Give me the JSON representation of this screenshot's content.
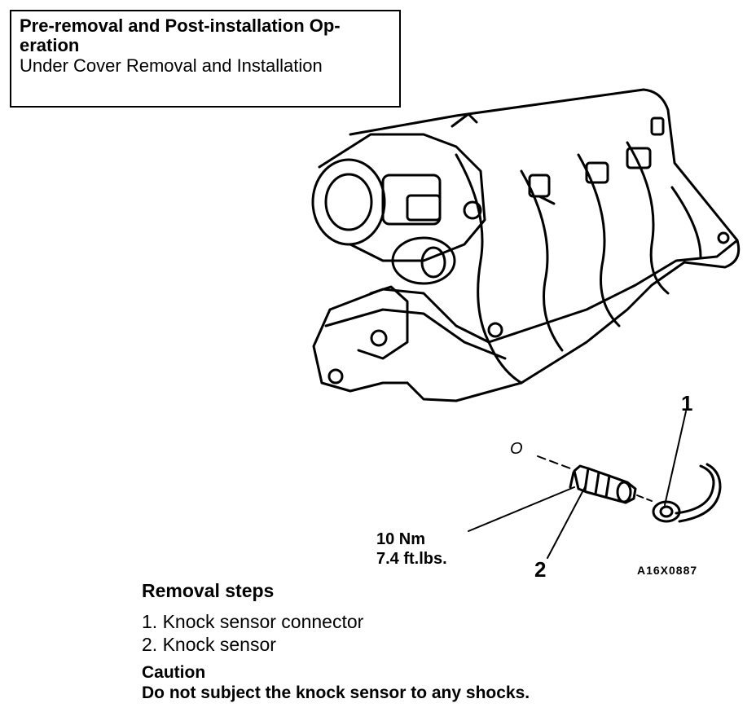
{
  "header_box": {
    "title": "Pre-removal and Post-installation Operation",
    "title_line1": "Pre-removal and Post-installation Op-",
    "title_line2": "eration",
    "subtitle": "Under Cover Removal and Installation"
  },
  "callouts": {
    "connector_number": "1",
    "sensor_number": "2",
    "oring_mark": "O"
  },
  "torque": {
    "metric": "10 Nm",
    "imperial": "7.4 ft.lbs."
  },
  "figure_code": "A16X0887",
  "removal_steps": {
    "heading": "Removal steps",
    "items": [
      "1. Knock sensor connector",
      "2. Knock sensor"
    ]
  },
  "caution": {
    "heading": "Caution",
    "text": "Do not subject the knock sensor to any shocks."
  }
}
